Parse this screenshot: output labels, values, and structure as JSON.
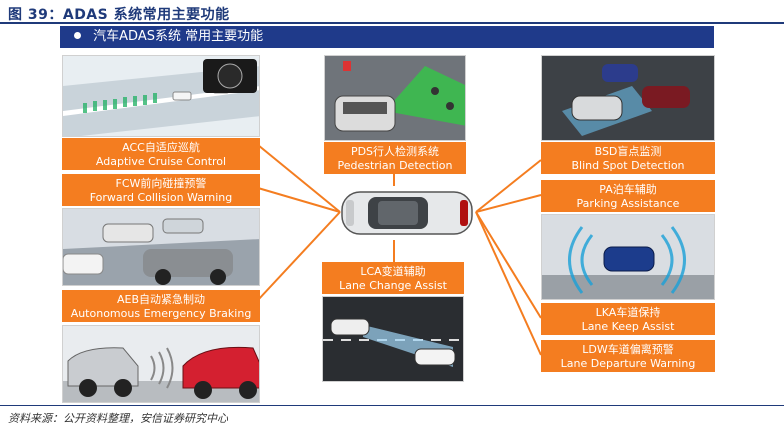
{
  "figure_title": "图 39：ADAS 系统常用主要功能",
  "banner_title": "汽车ADAS系统 常用主要功能",
  "labels": {
    "acc": {
      "cn": "ACC自适应巡航",
      "en": "Adaptive Cruise Control"
    },
    "fcw": {
      "cn": "FCW前向碰撞预警",
      "en": "Forward Collision Warning"
    },
    "aeb": {
      "cn": "AEB自动紧急制动",
      "en": "Autonomous Emergency Braking"
    },
    "pds": {
      "cn": "PDS行人检测系统",
      "en": "Pedestrian Detection"
    },
    "lca": {
      "cn": "LCA变道辅助",
      "en": "Lane Change Assist"
    },
    "bsd": {
      "cn": "BSD盲点监测",
      "en": "Blind Spot Detection"
    },
    "pa": {
      "cn": "PA泊车辅助",
      "en": "Parking Assistance"
    },
    "lka": {
      "cn": "LKA车道保持",
      "en": "Lane Keep Assist"
    },
    "ldw": {
      "cn": "LDW车道偏离预警",
      "en": "Lane Departure Warning"
    }
  },
  "colors": {
    "accent": "#f47d20",
    "navy": "#1f3a8a"
  },
  "source": "资料来源：公开资料整理，安信证券研究中心"
}
